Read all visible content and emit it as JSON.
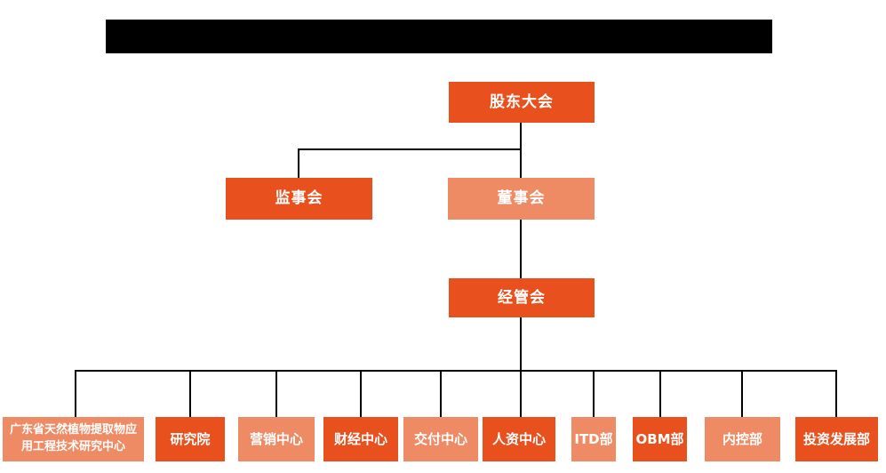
{
  "page": {
    "background_color": "#ffffff",
    "title_bar": {
      "redacted": true,
      "bar_color": "#000000"
    }
  },
  "colors": {
    "primary_orange": "#E8501E",
    "secondary_salmon": "#EE8A64",
    "connector_line": "#000000",
    "node_text": "#ffffff"
  },
  "org_chart": {
    "level1": {
      "label": "股东大会",
      "variant": "primary"
    },
    "level2": [
      {
        "label": "监事会",
        "variant": "primary"
      },
      {
        "label": "董事会",
        "variant": "secondary"
      }
    ],
    "level3": {
      "label": "经管会",
      "variant": "primary"
    },
    "level4": [
      {
        "label": "广东省天然植物提取物应用工程技术研究中心",
        "variant": "secondary"
      },
      {
        "label": "研究院",
        "variant": "primary"
      },
      {
        "label": "营销中心",
        "variant": "secondary"
      },
      {
        "label": "财经中心",
        "variant": "primary"
      },
      {
        "label": "交付中心",
        "variant": "secondary"
      },
      {
        "label": "人资中心",
        "variant": "primary"
      },
      {
        "label": "ITD部",
        "variant": "secondary"
      },
      {
        "label": "OBM部",
        "variant": "primary"
      },
      {
        "label": "内控部",
        "variant": "secondary"
      },
      {
        "label": "投资发展部",
        "variant": "primary"
      }
    ]
  }
}
